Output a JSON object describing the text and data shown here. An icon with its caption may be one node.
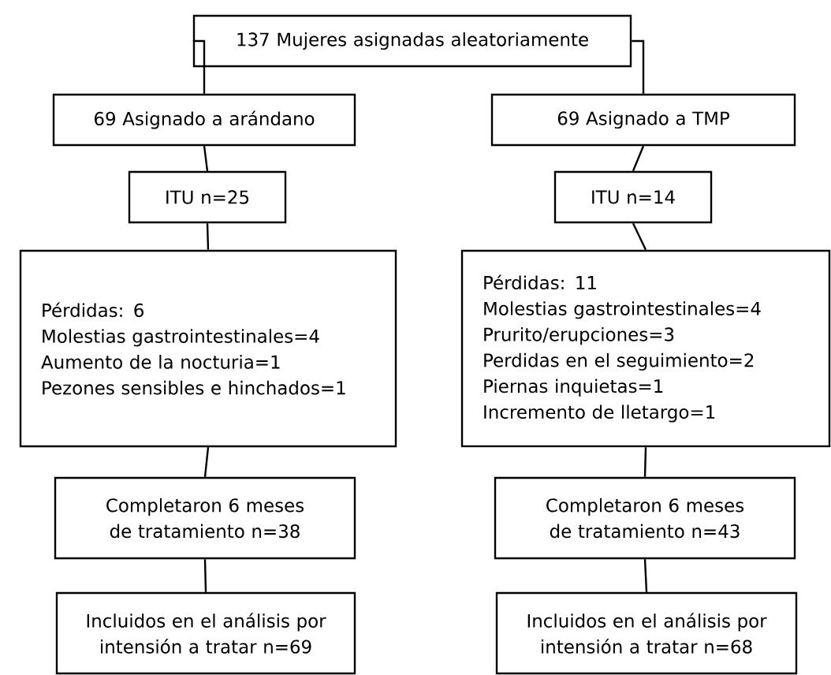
{
  "diagram": {
    "nodes": [
      {
        "text": [
          "137 Mujeres asignadas aleatoriamente"
        ]
      },
      {
        "text": [
          "69 Asignado a arándano"
        ]
      },
      {
        "text": [
          "69 Asignado a TMP"
        ]
      },
      {
        "text": [
          "ITU n=25"
        ]
      },
      {
        "text": [
          "ITU n=14"
        ]
      },
      {
        "text": [
          "Pérdidas: 6",
          "Molestias gastrointestinales=4",
          "Aumento de la nocturia=1",
          "Pezones sensibles e hinchados=1"
        ]
      },
      {
        "text": [
          "Pérdidas: 11",
          "Molestias gastrointestinales=4",
          "Prurito/erupciones=3",
          "Perdidas en el seguimiento=2",
          "Piernas inquietas=1",
          "Incremento de lletargo=1"
        ]
      },
      {
        "text": [
          "Completaron 6 meses de tratamiento n=38"
        ]
      },
      {
        "text": [
          "Completaron 6 meses de tratamiento n=43"
        ]
      },
      {
        "text": [
          "Incluidos en el análisis por intensión a tratar n=69"
        ]
      },
      {
        "text": [
          "Incluidos en el análisis por intensión a tratar n=68"
        ]
      }
    ],
    "edges": [
      {
        "from": 0,
        "to": 1,
        "arrow": "none"
      },
      {
        "from": 0,
        "to": 2,
        "arrow": "none"
      },
      {
        "from": 1,
        "to": 3,
        "arrow": "none"
      },
      {
        "from": 2,
        "to": 4,
        "arrow": "none"
      },
      {
        "from": 3,
        "to": 5,
        "arrow": "none"
      },
      {
        "from": 4,
        "to": 6,
        "arrow": "none"
      },
      {
        "from": 5,
        "to": 7,
        "arrow": "none"
      },
      {
        "from": 6,
        "to": 8,
        "arrow": "none"
      },
      {
        "from": 7,
        "to": 9,
        "arrow": "none"
      },
      {
        "from": 8,
        "to": 10,
        "arrow": "none"
      }
    ]
  }
}
